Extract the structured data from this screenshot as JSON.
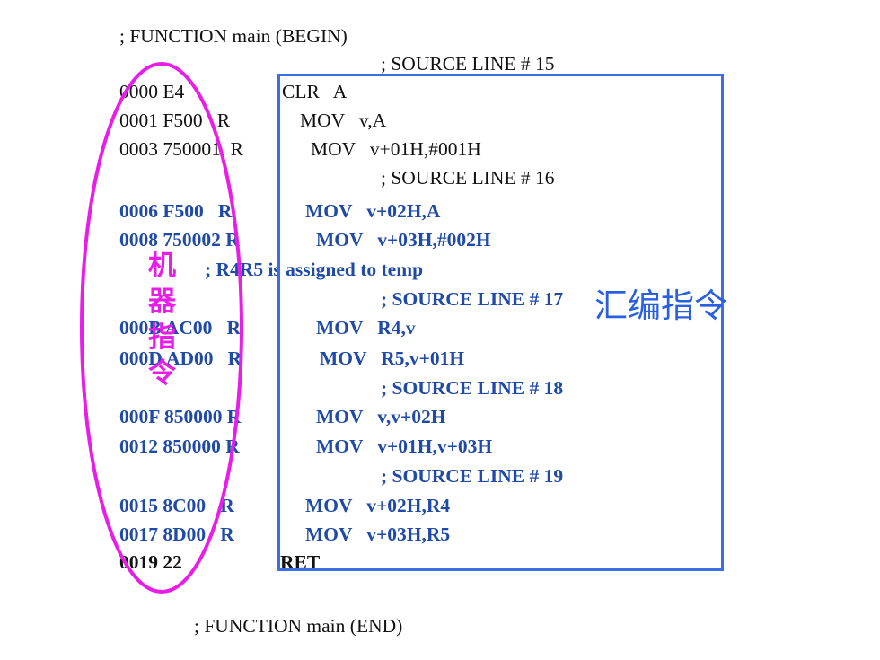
{
  "header": "; FUNCTION main (BEGIN)",
  "footer": "; FUNCTION main (END)",
  "lines": [
    {
      "addr": "",
      "bytes": "",
      "reloc": "",
      "op": "",
      "args": "",
      "comment": "; SOURCE LINE # 15"
    },
    {
      "addr": "0000",
      "bytes": "E4",
      "reloc": "",
      "op": "CLR",
      "args": "A",
      "comment": ""
    },
    {
      "addr": "0001",
      "bytes": "F500",
      "reloc": "R",
      "op": "MOV",
      "args": "v,A",
      "comment": ""
    },
    {
      "addr": "0003",
      "bytes": "750001",
      "reloc": "R",
      "op": "MOV",
      "args": "v+01H,#001H",
      "comment": ""
    },
    {
      "addr": "",
      "bytes": "",
      "reloc": "",
      "op": "",
      "args": "",
      "comment": "; SOURCE LINE # 16"
    },
    {
      "addr": "0006",
      "bytes": "F500",
      "reloc": "R",
      "op": "MOV",
      "args": "v+02H,A",
      "comment": ""
    },
    {
      "addr": "0008",
      "bytes": "750002",
      "reloc": "R",
      "op": "MOV",
      "args": "v+03H,#002H",
      "comment": ""
    },
    {
      "addr": "",
      "bytes": "",
      "reloc": "",
      "op": "",
      "args": "",
      "comment": "; R4R5 is assigned to temp"
    },
    {
      "addr": "",
      "bytes": "",
      "reloc": "",
      "op": "",
      "args": "",
      "comment": "; SOURCE LINE # 17"
    },
    {
      "addr": "000B",
      "bytes": "AC00",
      "reloc": "R",
      "op": "MOV",
      "args": "R4,v",
      "comment": ""
    },
    {
      "addr": "000D",
      "bytes": "AD00",
      "reloc": "R",
      "op": "MOV",
      "args": "R5,v+01H",
      "comment": ""
    },
    {
      "addr": "",
      "bytes": "",
      "reloc": "",
      "op": "",
      "args": "",
      "comment": "; SOURCE LINE # 18"
    },
    {
      "addr": "000F",
      "bytes": "850000",
      "reloc": "R",
      "op": "MOV",
      "args": "v,v+02H",
      "comment": ""
    },
    {
      "addr": "0012",
      "bytes": "850000",
      "reloc": "R",
      "op": "MOV",
      "args": "v+01H,v+03H",
      "comment": ""
    },
    {
      "addr": "",
      "bytes": "",
      "reloc": "",
      "op": "",
      "args": "",
      "comment": "; SOURCE LINE # 19"
    },
    {
      "addr": "0015",
      "bytes": "8C00",
      "reloc": "R",
      "op": "MOV",
      "args": "v+02H,R4",
      "comment": ""
    },
    {
      "addr": "0017",
      "bytes": "8D00",
      "reloc": "R",
      "op": "MOV",
      "args": "v+03H,R5",
      "comment": ""
    },
    {
      "addr": "0019",
      "bytes": "22",
      "reloc": "",
      "op": "RET",
      "args": "",
      "comment": ""
    }
  ],
  "annotations": {
    "machine_code": [
      "机",
      "器",
      "指",
      "令"
    ],
    "assembly": "汇编指令"
  },
  "colors": {
    "bold_text": "#1f4aa8",
    "box_border": "#3c6ee6",
    "oval": "#e81ee8",
    "assembly_label": "#2a5fe0"
  }
}
